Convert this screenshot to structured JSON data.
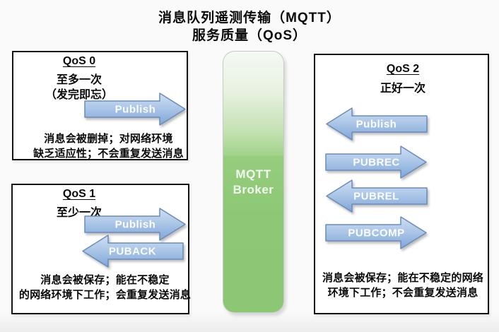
{
  "title": {
    "line1": "消息队列遥测传输（MQTT）",
    "line2": "服务质量（QoS）"
  },
  "broker": {
    "name_line1": "MQTT",
    "name_line2": "Broker"
  },
  "boxes": {
    "qos0": {
      "heading": "QoS 0",
      "level": "至多一次",
      "note": "（发完即忘）",
      "arrows": [
        {
          "label": "Publish",
          "direction": "right"
        }
      ],
      "desc_line1": "消息会被删掉；对网络环境",
      "desc_line2": "缺乏适应性；不会重复发送消息"
    },
    "qos1": {
      "heading": "QoS 1",
      "level": "至少一次",
      "arrows": [
        {
          "label": "Publish",
          "direction": "right"
        },
        {
          "label": "PUBACK",
          "direction": "left"
        }
      ],
      "desc_line1": "消息会被保存；能在不稳定",
      "desc_line2": "的网络环境下工作；会重复发送消息"
    },
    "qos2": {
      "heading": "QoS 2",
      "level": "正好一次",
      "arrows": [
        {
          "label": "Publish",
          "direction": "left"
        },
        {
          "label": "PUBREC",
          "direction": "right"
        },
        {
          "label": "PUBREL",
          "direction": "left"
        },
        {
          "label": "PUBCOMP",
          "direction": "right"
        }
      ],
      "desc_line1": "消息会被保存；能在不稳定的网络",
      "desc_line2": "环境下工作；不会重复发送消息"
    }
  },
  "colors": {
    "arrow_fill_top": "#cfe0f3",
    "arrow_fill_bottom": "#7da6d8",
    "arrow_border": "#6b8cba",
    "arrow_label": "#ffffff",
    "broker_green": "#8cc873",
    "box_border": "#141414",
    "background": "#fafafa"
  }
}
